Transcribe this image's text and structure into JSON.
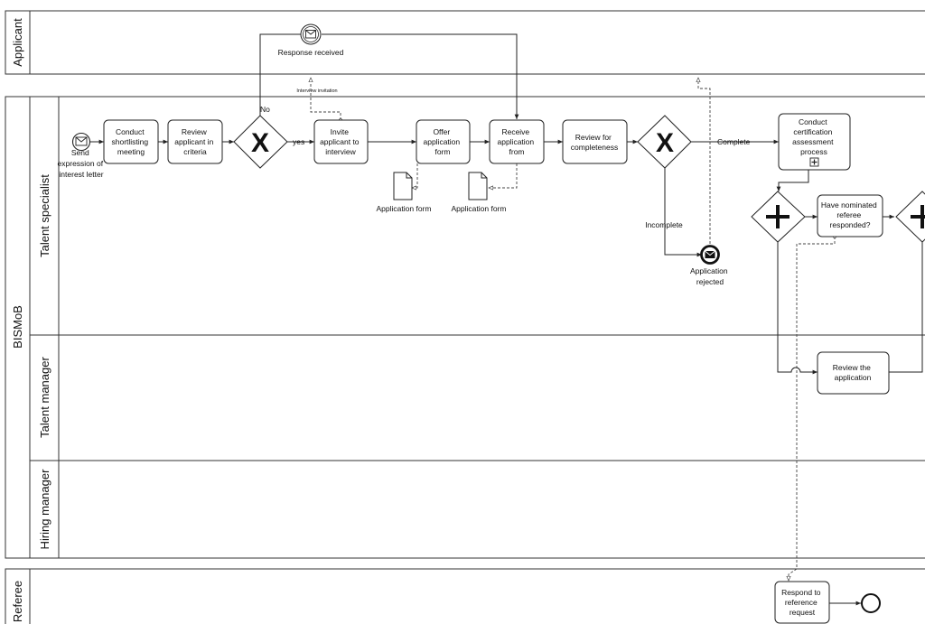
{
  "pools": {
    "applicant": "Applicant",
    "bismob": "BISMoB",
    "referee": "Referee"
  },
  "lanes": {
    "talent_specialist": "Talent specialist",
    "talent_manager": "Talent manager",
    "hiring_manager": "Hiring manager"
  },
  "events": {
    "start": [
      "Send",
      "expression of",
      "interest letter"
    ],
    "response_received": "Response received",
    "application_rejected": [
      "Application",
      "rejected"
    ]
  },
  "tasks": {
    "conduct_shortlisting": [
      "Conduct",
      "shortlisting",
      "meeting"
    ],
    "review_criteria": [
      "Review",
      "applicant in",
      "criteria"
    ],
    "invite_interview": [
      "Invite",
      "applicant to",
      "interview"
    ],
    "offer_form": [
      "Offer",
      "application",
      "form"
    ],
    "receive_form": [
      "Receive",
      "application",
      "from"
    ],
    "review_completeness": [
      "Review for",
      "completeness"
    ],
    "conduct_certification": [
      "Conduct",
      "certification",
      "assessment",
      "process"
    ],
    "nominated_referee": [
      "Have nominated",
      "referee",
      "responded?"
    ],
    "review_application": [
      "Review the",
      "application"
    ],
    "respond_reference": [
      "Respond to",
      "reference",
      "request"
    ]
  },
  "data_objects": {
    "form1": "Application form",
    "form2": "Application form"
  },
  "flow_labels": {
    "no": "No",
    "yes": "yes",
    "complete": "Complete",
    "incomplete": "Incomplete",
    "interview_invitation": "Interview invitation"
  },
  "gateway_symbols": {
    "exclusive": "X",
    "parallel": "+",
    "subprocess": "+"
  },
  "colors": {
    "stroke": "#222222",
    "lane_line": "#333333",
    "background": "#ffffff"
  }
}
